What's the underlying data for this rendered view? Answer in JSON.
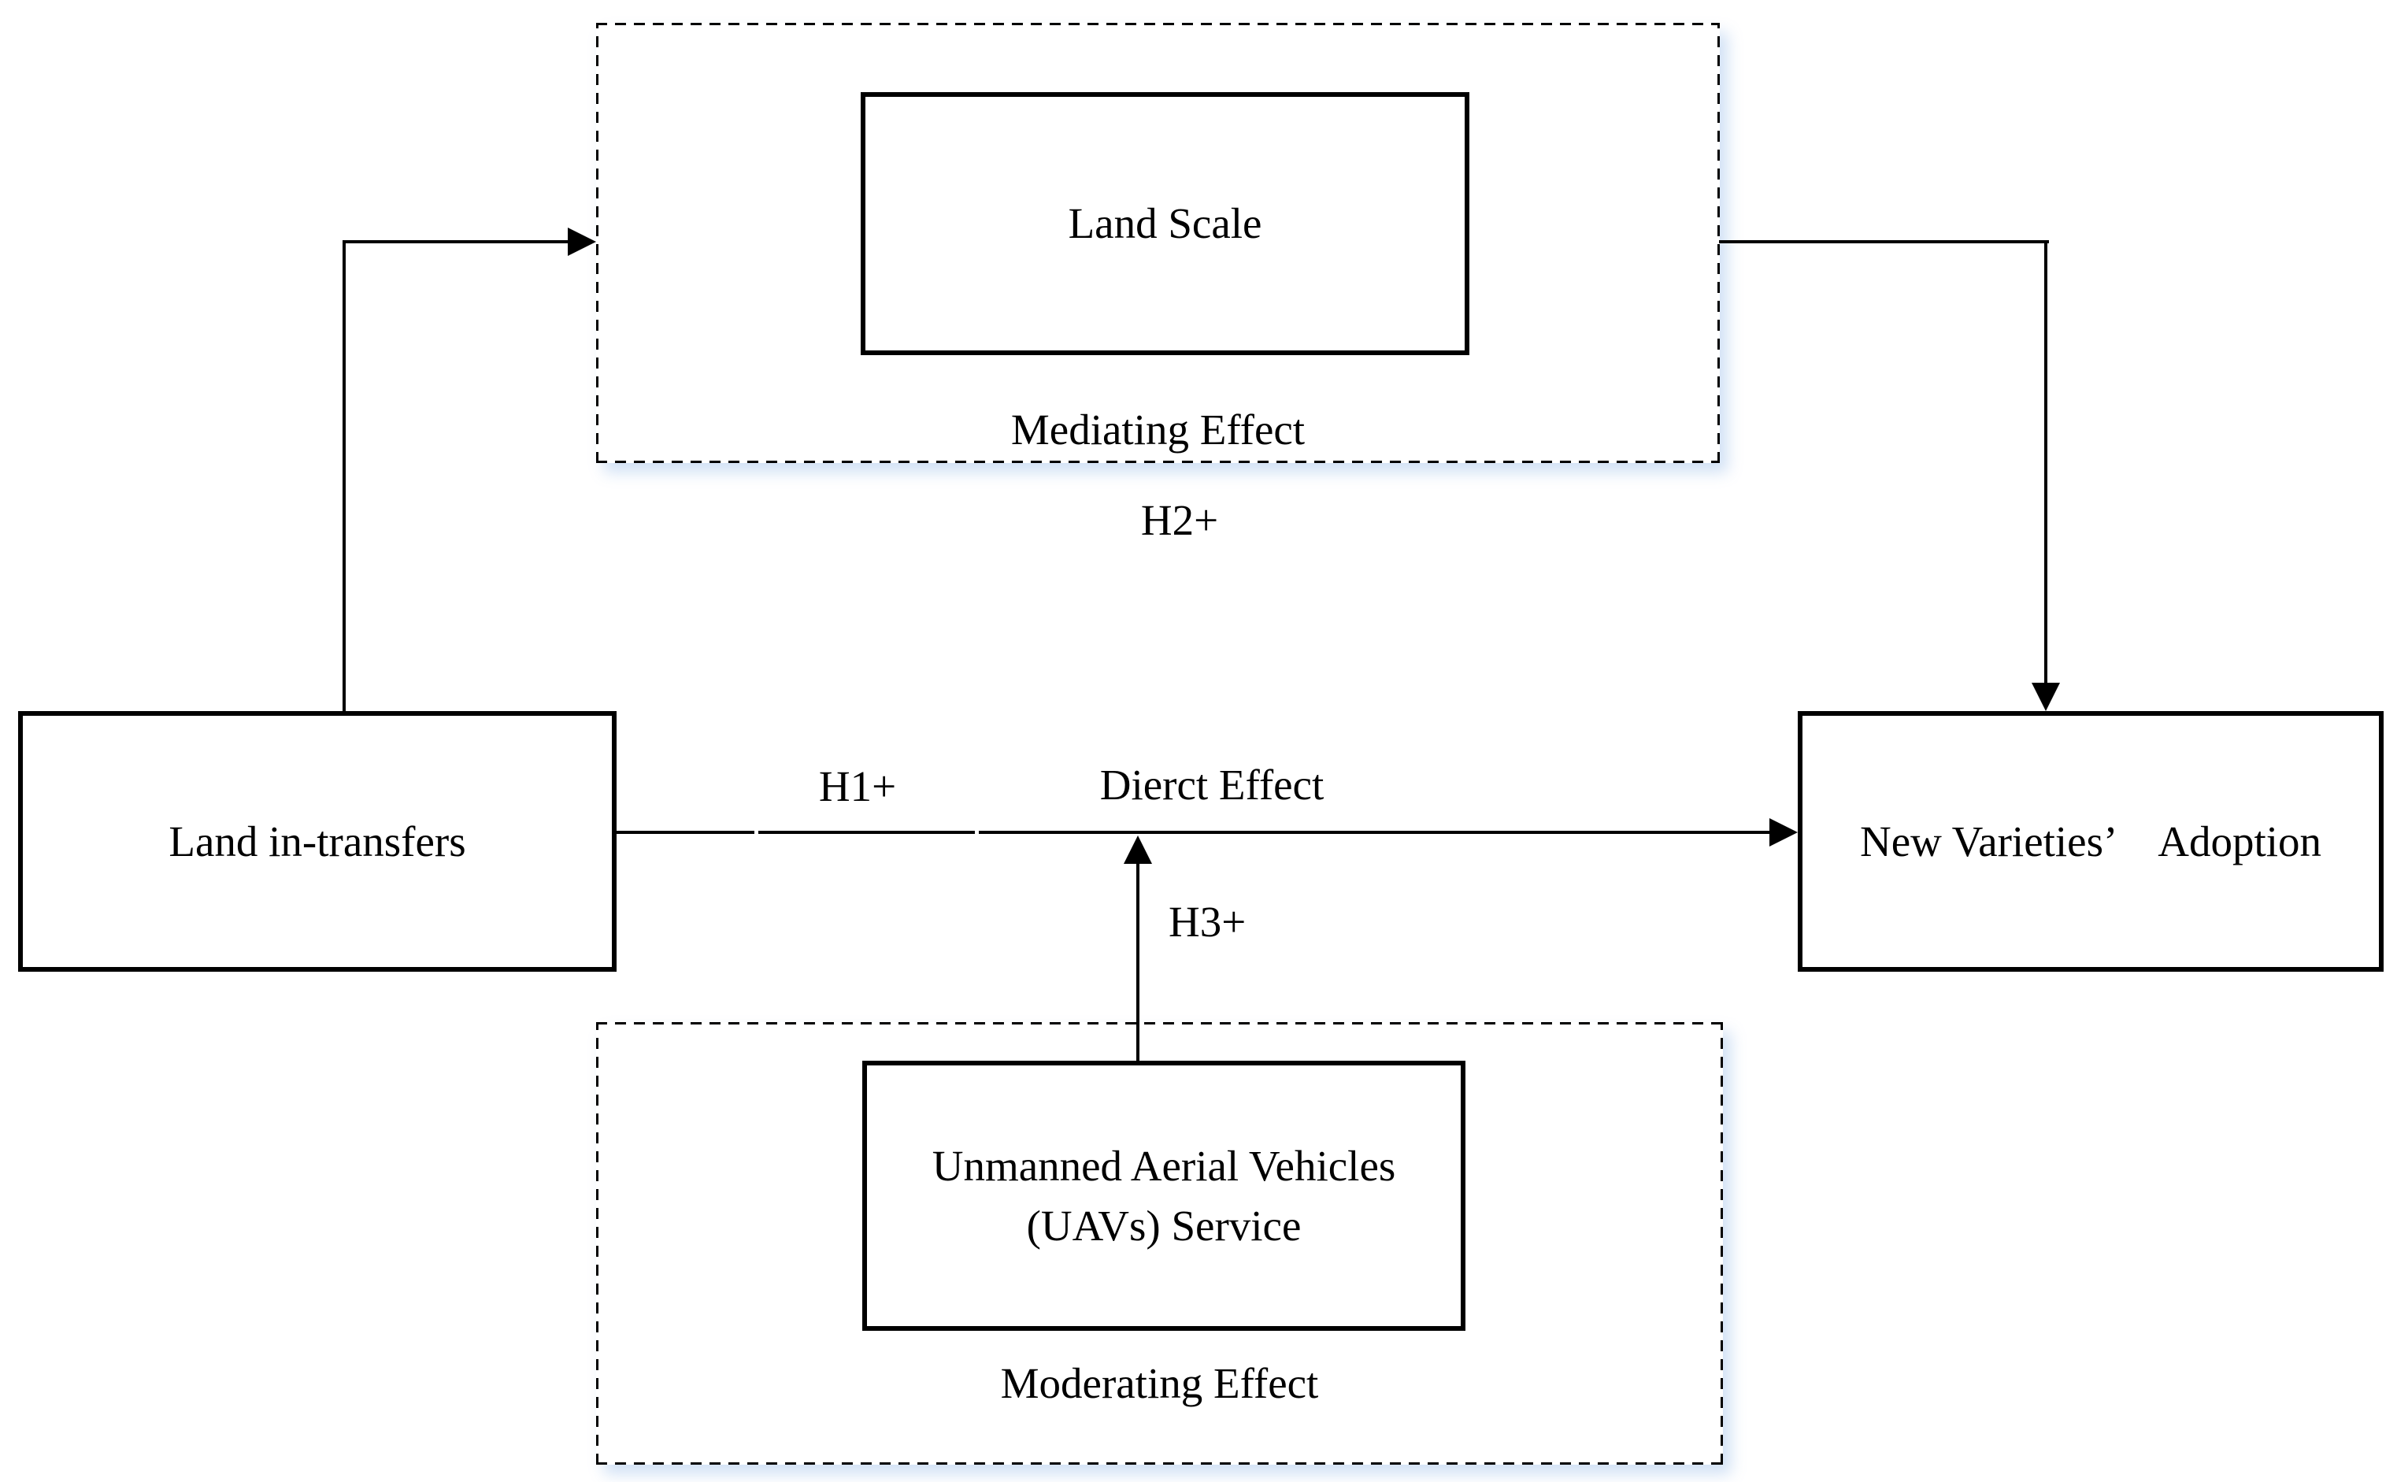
{
  "figure": {
    "type": "conceptual-framework-diagram",
    "colors": {
      "ink": "#000000",
      "background": "#ffffff",
      "glow": "#c9dcf3"
    },
    "boxes": {
      "land_in_transfers": {
        "label": "Land in-transfers"
      },
      "land_scale": {
        "label": "Land Scale"
      },
      "new_varieties": {
        "label": "New Varieties’　Adoption"
      },
      "uavs": {
        "label": "Unmanned Aerial Vehicles\n(UAVs) Service"
      }
    },
    "groups": {
      "mediating": {
        "label": "Mediating Effect"
      },
      "moderating": {
        "label": "Moderating Effect"
      }
    },
    "edges": {
      "h1": {
        "label": "H1+",
        "effect_label": "Dierct Effect"
      },
      "h2": {
        "label": "H2+"
      },
      "h3": {
        "label": "H3+"
      }
    }
  }
}
